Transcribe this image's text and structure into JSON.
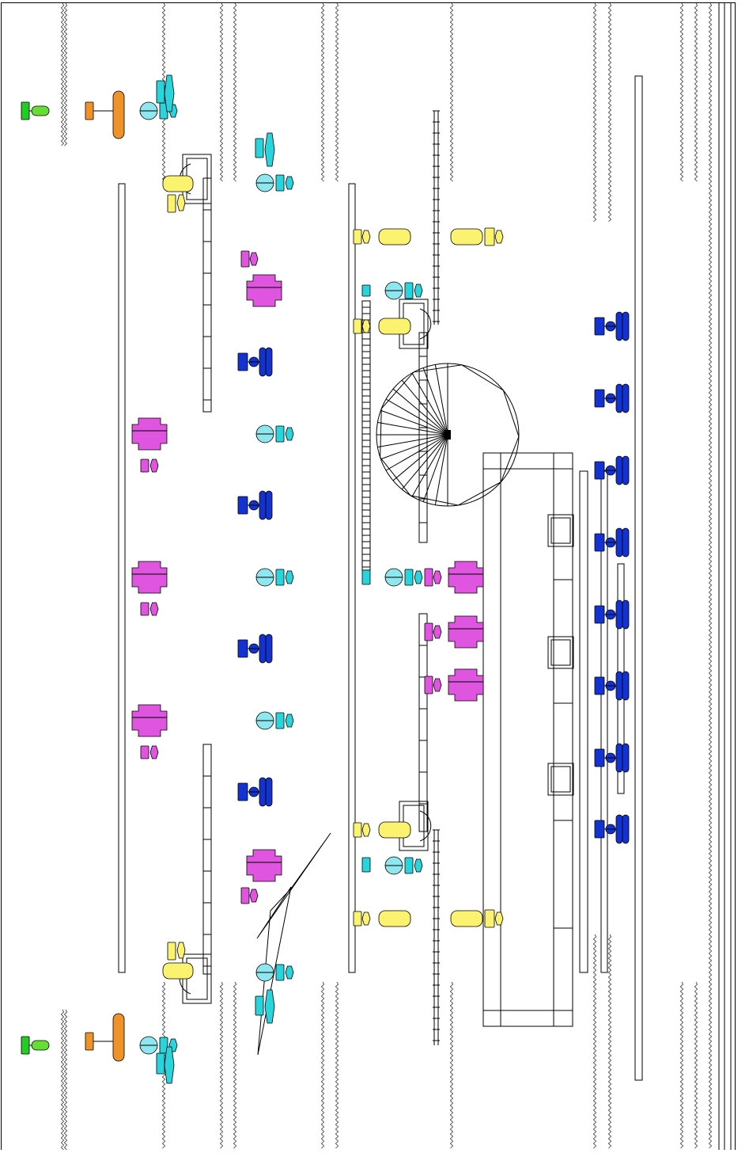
{
  "drawing": {
    "kind": "schematic-floor-plan",
    "palette": {
      "line": "#000000",
      "background": "#ffffff",
      "green": "#22cc22",
      "light-green": "#66dd33",
      "orange": "#f0922a",
      "cyan": "#2ad4dc",
      "light-cyan": "#8ee6ee",
      "yellow": "#fbf270",
      "magenta": "#e055e0",
      "blue": "#1432d0"
    },
    "component_groups": [
      {
        "name": "green-terminal",
        "count": 2
      },
      {
        "name": "orange-cell",
        "count": 2
      },
      {
        "name": "cyan-unit",
        "count": 12
      },
      {
        "name": "yellow-unit",
        "count": 10
      },
      {
        "name": "magenta-unit",
        "count": 10
      },
      {
        "name": "blue-unit",
        "count": 13
      }
    ]
  }
}
